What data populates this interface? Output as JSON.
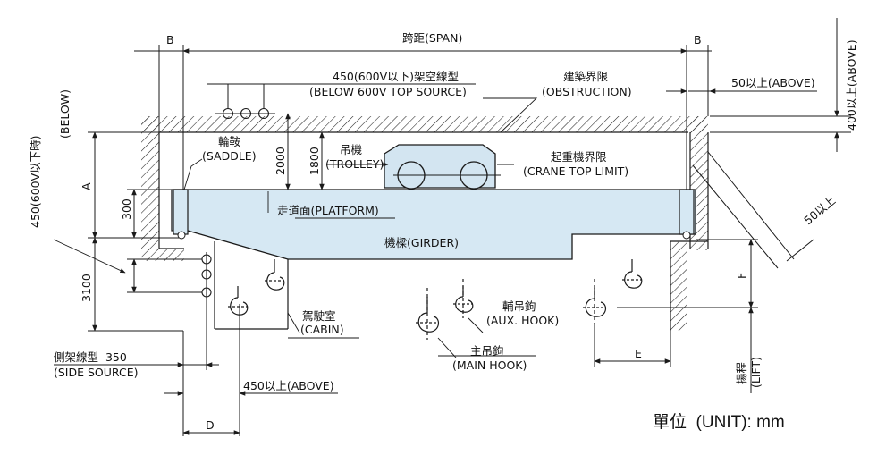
{
  "labels": {
    "b_left": "B",
    "b_right": "B",
    "span": "跨距(SPAN)",
    "top_source_zh": "450(600V以下)架空線型",
    "top_source_en": "(BELOW 600V TOP SOURCE)",
    "obstruction_zh": "建築界限",
    "obstruction_en": "(OBSTRUCTION)",
    "above_right": "50以上(ABOVE)",
    "above_far_right": "400以上(ABOVE)",
    "below": "(BELOW)",
    "side_450": "450(600V以下時)",
    "saddle_zh": "輪鞍",
    "saddle_en": "(SADDLE)",
    "trolley_zh": "吊機",
    "trolley_en": "(TROLLEY)",
    "crane_top_zh": "起重機界限",
    "crane_top_en": "(CRANE TOP LIMIT)",
    "dim_a": "A",
    "dim_300": "300",
    "dim_2000": "2000",
    "dim_1800": "1800",
    "platform": "走道面(PLATFORM)",
    "diag_50": "50以上",
    "girder": "機樑(GIRDER)",
    "dim_3100": "3100",
    "dim_f": "F",
    "cabin_zh": "駕駛室",
    "cabin_en": "(CABIN)",
    "aux_hook_zh": "輔吊鉤",
    "aux_hook_en": "(AUX. HOOK)",
    "main_hook_zh": "主吊鉤",
    "main_hook_en": "(MAIN HOOK)",
    "side_source_zh": "側架線型  350",
    "side_source_en": "(SIDE SOURCE)",
    "dim_e": "E",
    "lift_zh": "揚程",
    "lift_en": "(LIFT)",
    "above_450": "450以上(ABOVE)",
    "dim_d": "D",
    "unit": "單位  (UNIT): mm"
  },
  "colors": {
    "line": "#1a1a1a",
    "girder_fill": "#d6e8f3",
    "trolley_fill": "#d3e5f1",
    "hatch": "#222222",
    "background": "#ffffff"
  }
}
